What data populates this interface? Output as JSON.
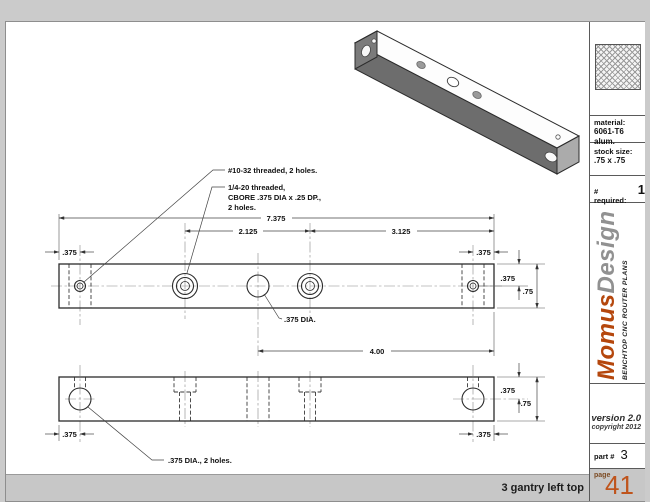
{
  "page": {
    "footer_title": "3 gantry left top",
    "page_label": "page",
    "page_number": "41"
  },
  "sidebar": {
    "material_label": "material:",
    "material_value": "6061-T6 alum.",
    "stock_label": "stock size:",
    "stock_value": ".75 x .75",
    "required_label": "# required:",
    "required_value": "1",
    "brand": {
      "momus": "Momus",
      "design": "Design",
      "tagline": "BENCHTOP CNC ROUTER PLANS"
    },
    "version": "version 2.0",
    "copyright": "copyright 2012",
    "part_label": "part #",
    "part_number": "3"
  },
  "drawing": {
    "callout_10_32": "#10-32 threaded, 2 holes.",
    "callout_quarter20_l1": "1/4-20 threaded,",
    "callout_quarter20_l2": "CBORE .375 DIA x .25 DP.,",
    "callout_quarter20_l3": "2 holes.",
    "callout_center_hole": ".375 DIA.",
    "callout_end_holes": ".375 DIA., 2 holes.",
    "dim_overall": "7.375",
    "dim_cbore_spacing": "2.125",
    "dim_cbore_to_end": "3.125",
    "dim_hole_to_end": "4.00",
    "dim_375": ".375",
    "dim_75": ".75"
  },
  "colors": {
    "accent_orange": "#bf541c",
    "brand_orange": "#b5470d",
    "bar_gray": "#c7c7c7"
  }
}
